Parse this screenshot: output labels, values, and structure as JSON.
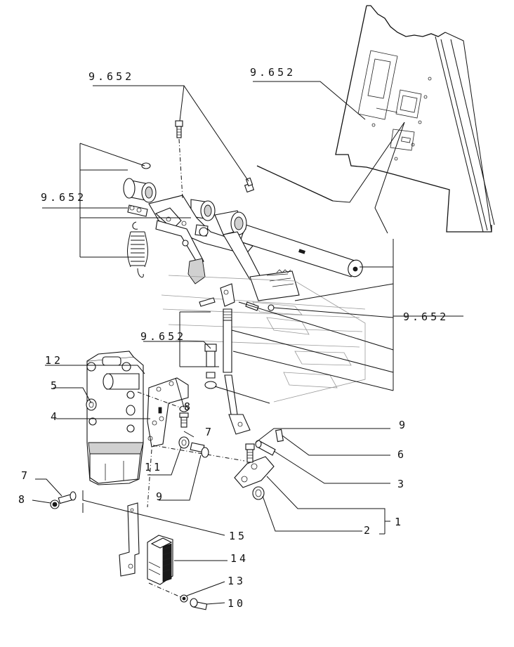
{
  "callouts": {
    "ref_top_left": "9.652",
    "ref_top_right": "9.652",
    "ref_left": "9.652",
    "ref_right": "9.652",
    "ref_middle": "9.652",
    "n12": "12",
    "n5": "5",
    "n4": "4",
    "n8_upper": "8",
    "n7_upper": "7",
    "n11": "11",
    "n9_lower": "9",
    "n7_left": "7",
    "n8_left": "8",
    "n15": "15",
    "n14": "14",
    "n13": "13",
    "n10": "10",
    "n9_right": "9",
    "n6": "6",
    "n3": "3",
    "n2": "2",
    "n1": "1"
  }
}
